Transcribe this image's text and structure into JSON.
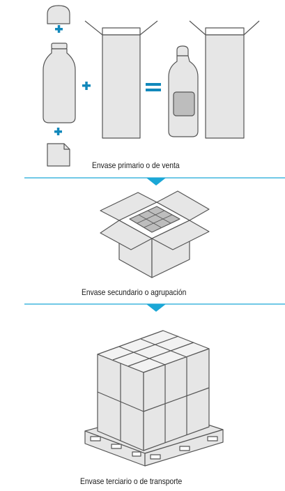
{
  "captions": {
    "primary": "Envase primario o de venta",
    "secondary": "Envase secundario o agrupación",
    "tertiary": "Envase terciario o de transporte"
  },
  "colors": {
    "fill": "#e6e6e6",
    "fill_dark": "#bdbdbd",
    "stroke": "#555555",
    "accent": "#1ba7d6",
    "symbol": "#1188bb"
  },
  "icons": {
    "plus": "plus-icon",
    "equals": "equals-icon",
    "divider_arrow": "triangle-down-icon"
  }
}
